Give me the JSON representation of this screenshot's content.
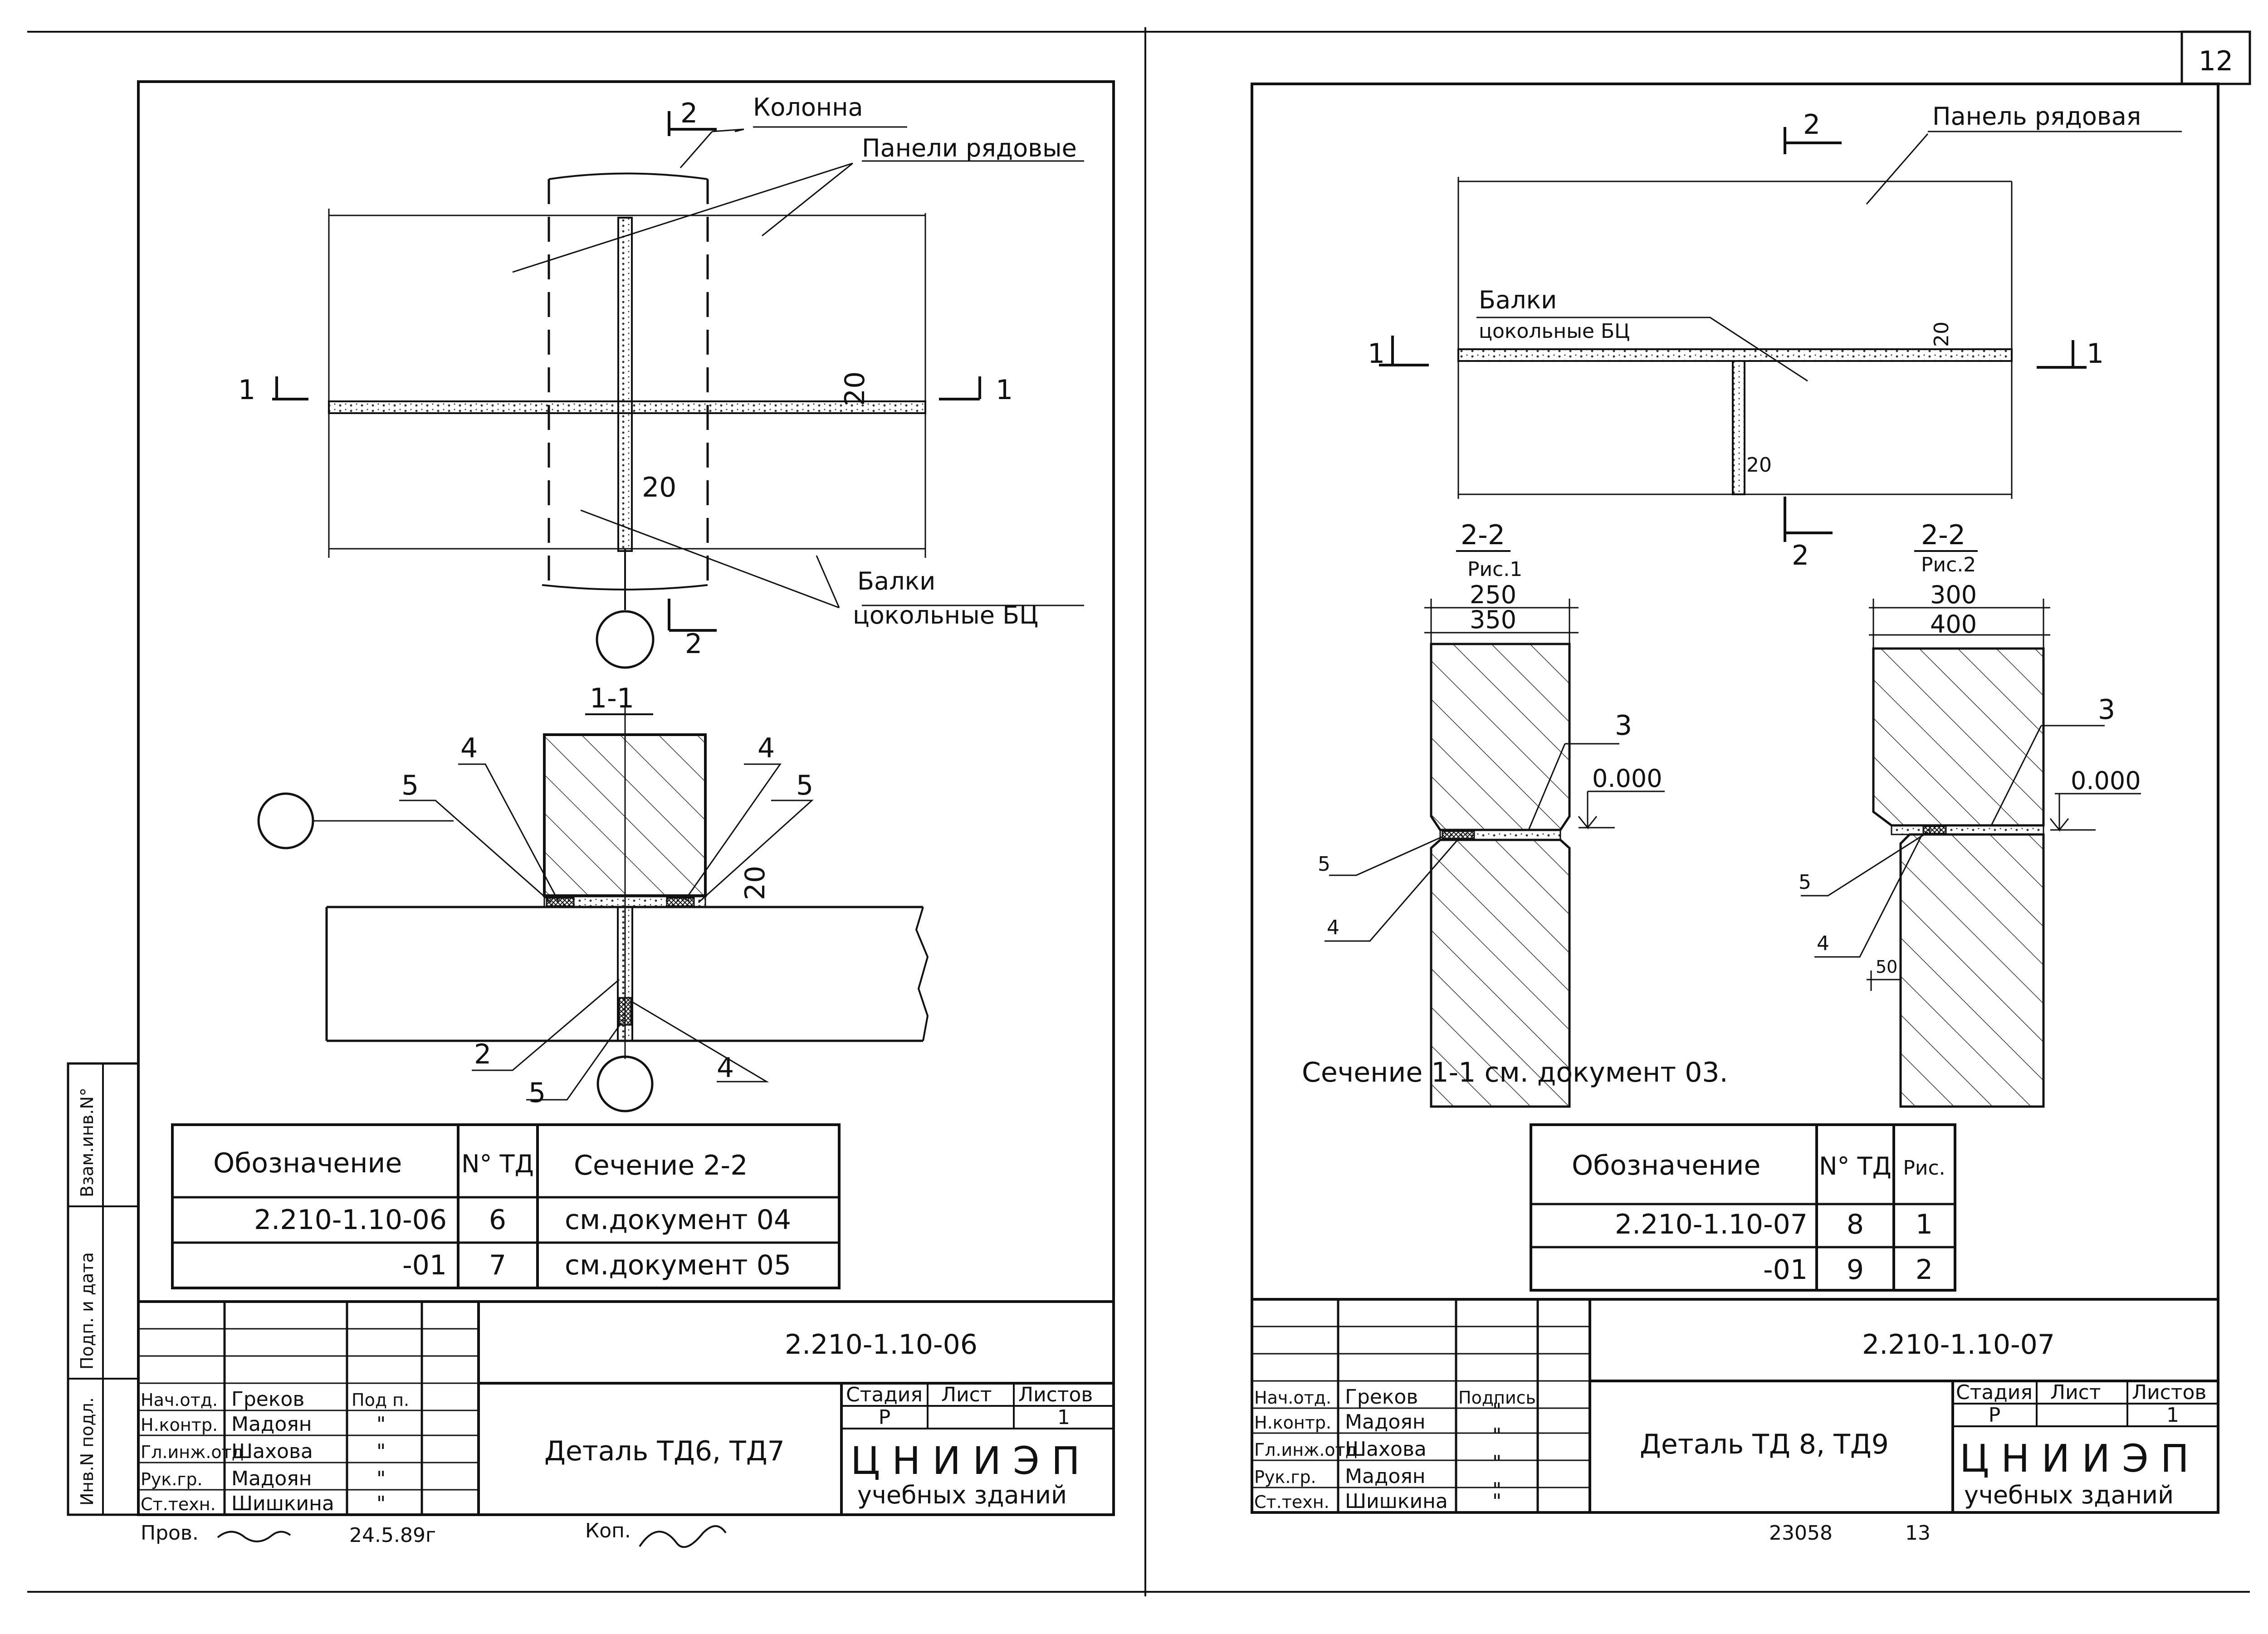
{
  "page_number": "12",
  "left_sheet": {
    "plan": {
      "column_label": "Колонна",
      "panels_label": "Панели рядовые",
      "beams_label_1": "Балки",
      "beams_label_2": "цокольные БЦ",
      "section_1": "1",
      "section_2": "2",
      "dim_20": "20"
    },
    "section_1_1": {
      "title": "1-1",
      "callouts": [
        "4",
        "5",
        "4",
        "5",
        "2",
        "5",
        "4"
      ],
      "dim_20": "20"
    },
    "table": {
      "headers": [
        "Обозначение",
        "N° ТД",
        "Сечение 2-2"
      ],
      "rows": [
        [
          "2.210-1.10-06",
          "6",
          "см.документ 04"
        ],
        [
          "-01",
          "7",
          "см.документ 05"
        ]
      ]
    },
    "stamp": {
      "doc_number": "2.210-1.10-06",
      "title": "Деталь ТД6, ТД7",
      "stage_header": "Стадия",
      "sheet_header": "Лист",
      "sheets_header": "Листов",
      "stage": "Р",
      "sheets": "1",
      "org_name": "ЦНИИЭП",
      "org_sub": "учебных зданий",
      "sign_col": "Под п.",
      "roles": [
        {
          "role": "Нач.отд.",
          "name": "Греков",
          "sign": ""
        },
        {
          "role": "Н.контр.",
          "name": "Мадоян",
          "sign": "\""
        },
        {
          "role": "Гл.инж.отд",
          "name": "Шахова",
          "sign": "\""
        },
        {
          "role": "Рук.гр.",
          "name": "Мадоян",
          "sign": "\""
        },
        {
          "role": "Ст.техн.",
          "name": "Шишкина",
          "sign": "\""
        }
      ]
    },
    "side_stamp": [
      "Инв.N подл.",
      "Подп. и дата",
      "Взам.инв.N°"
    ],
    "footer": {
      "prov": "Пров.",
      "date": "24.5.89г",
      "kop": "Коп."
    }
  },
  "right_sheet": {
    "plan": {
      "panel_label": "Панель рядовая",
      "beams_label_1": "Балки",
      "beams_label_2": "цокольные БЦ",
      "section_1": "1",
      "section_2": "2",
      "dim_20a": "20",
      "dim_20b": "20"
    },
    "sec_a": {
      "title": "2-2",
      "sub": "Рис.1",
      "dim_top": "250",
      "dim_bot": "350",
      "elev": "0.000",
      "c3": "3",
      "c5": "5",
      "c4": "4"
    },
    "sec_b": {
      "title": "2-2",
      "sub": "Рис.2",
      "dim_top": "300",
      "dim_bot": "400",
      "elev": "0.000",
      "c3": "3",
      "c5": "5",
      "c4": "4",
      "dim_50": "50"
    },
    "note": "Сечение 1-1 см. документ 03.",
    "table": {
      "headers": [
        "Обозначение",
        "N° ТД",
        "Рис."
      ],
      "rows": [
        [
          "2.210-1.10-07",
          "8",
          "1"
        ],
        [
          "-01",
          "9",
          "2"
        ]
      ]
    },
    "stamp": {
      "doc_number": "2.210-1.10-07",
      "title": "Деталь ТД 8, ТД9",
      "stage_header": "Стадия",
      "sheet_header": "Лист",
      "sheets_header": "Листов",
      "stage": "Р",
      "sheets": "1",
      "org_name": "ЦНИИЭП",
      "org_sub": "учебных зданий",
      "sign_col": "Подпись",
      "roles": [
        {
          "role": "Нач.отд.",
          "name": "Греков",
          "sign": "\""
        },
        {
          "role": "Н.контр.",
          "name": "Мадоян",
          "sign": "\""
        },
        {
          "role": "Гл.инж.отд",
          "name": "Шахова",
          "sign": "\""
        },
        {
          "role": "Рук.гр.",
          "name": "Мадоян",
          "sign": "\""
        },
        {
          "role": "Ст.техн.",
          "name": "Шишкина",
          "sign": "\""
        }
      ]
    },
    "footer": {
      "code": "23058",
      "page": "13"
    }
  }
}
